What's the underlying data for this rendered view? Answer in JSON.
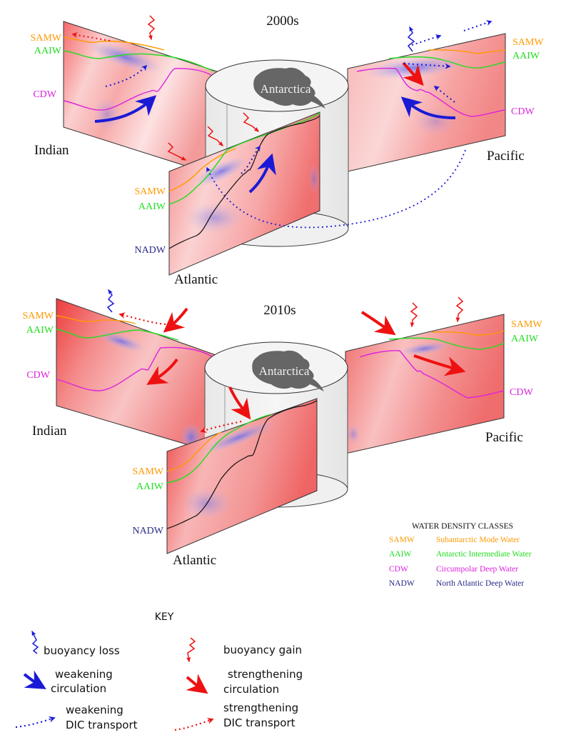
{
  "panels": [
    {
      "period": "2000s",
      "basins": {
        "indian": "Indian",
        "pacific": "Pacific",
        "atlantic": "Atlantic"
      },
      "continent": "Antarctica",
      "indian_labels": [
        "SAMW",
        "AAIW",
        "CDW"
      ],
      "pacific_labels": [
        "SAMW",
        "AAIW",
        "CDW"
      ],
      "atlantic_labels": [
        "SAMW",
        "AAIW",
        "NADW"
      ],
      "arrows": {
        "indian": [
          "weakening-circulation",
          "weakening-dic-transport",
          "strengthening-dic-transport",
          "buoyancy-gain"
        ],
        "pacific": [
          "buoyancy-loss",
          "weakening-dic-transport",
          "weakening-dic-transport",
          "strengthening-circulation",
          "weakening-circulation",
          "weakening-dic-transport"
        ],
        "atlantic": [
          "buoyancy-gain",
          "buoyancy-gain",
          "buoyancy-gain",
          "weakening-circulation",
          "weakening-dic-transport",
          "weakening-dic-transport"
        ]
      }
    },
    {
      "period": "2010s",
      "basins": {
        "indian": "Indian",
        "pacific": "Pacific",
        "atlantic": "Atlantic"
      },
      "continent": "Antarctica",
      "indian_labels": [
        "SAMW",
        "AAIW",
        "CDW"
      ],
      "pacific_labels": [
        "SAMW",
        "AAIW",
        "CDW"
      ],
      "atlantic_labels": [
        "SAMW",
        "AAIW",
        "NADW"
      ],
      "arrows": {
        "indian": [
          "buoyancy-loss",
          "strengthening-dic-transport",
          "strengthening-circulation",
          "strengthening-circulation"
        ],
        "pacific": [
          "strengthening-circulation",
          "buoyancy-gain",
          "buoyancy-gain",
          "strengthening-circulation"
        ],
        "atlantic": [
          "strengthening-circulation",
          "strengthening-dic-transport"
        ]
      }
    }
  ],
  "water_classes": {
    "title": "WATER DENSITY CLASSES",
    "items": [
      {
        "abbr": "SAMW",
        "name": "Subantarctic Mode Water",
        "color": "#ff9900"
      },
      {
        "abbr": "AAIW",
        "name": "Antarctic Intermediate Water",
        "color": "#22dd22"
      },
      {
        "abbr": "CDW",
        "name": "Circumpolar Deep Water",
        "color": "#dd22dd"
      },
      {
        "abbr": "NADW",
        "name": "North Atlantic Deep Water",
        "color": "#2a2a8a"
      }
    ]
  },
  "key": {
    "title": "KEY",
    "items": [
      {
        "label_1": "buoyancy loss",
        "label_2": "",
        "color": "#1010cc"
      },
      {
        "label_1": "buoyancy gain",
        "label_2": "",
        "color": "#ee1111"
      },
      {
        "label_1": "weakening",
        "label_2": "circulation",
        "color": "#1010cc"
      },
      {
        "label_1": "strengthening",
        "label_2": "circulation",
        "color": "#ee1111"
      },
      {
        "label_1": "weakening",
        "label_2": "DIC transport",
        "color": "#1010cc"
      },
      {
        "label_1": "strengthening",
        "label_2": "DIC transport",
        "color": "#ee1111"
      }
    ]
  },
  "colors": {
    "samw": "#ff9900",
    "aaiw": "#22dd22",
    "cdw": "#dd22dd",
    "nadw": "#2a2a8a",
    "nadw_line": "#111111",
    "blue_arrow": "#1a1ad6",
    "red_arrow": "#ee1111",
    "continent": "#666666"
  }
}
